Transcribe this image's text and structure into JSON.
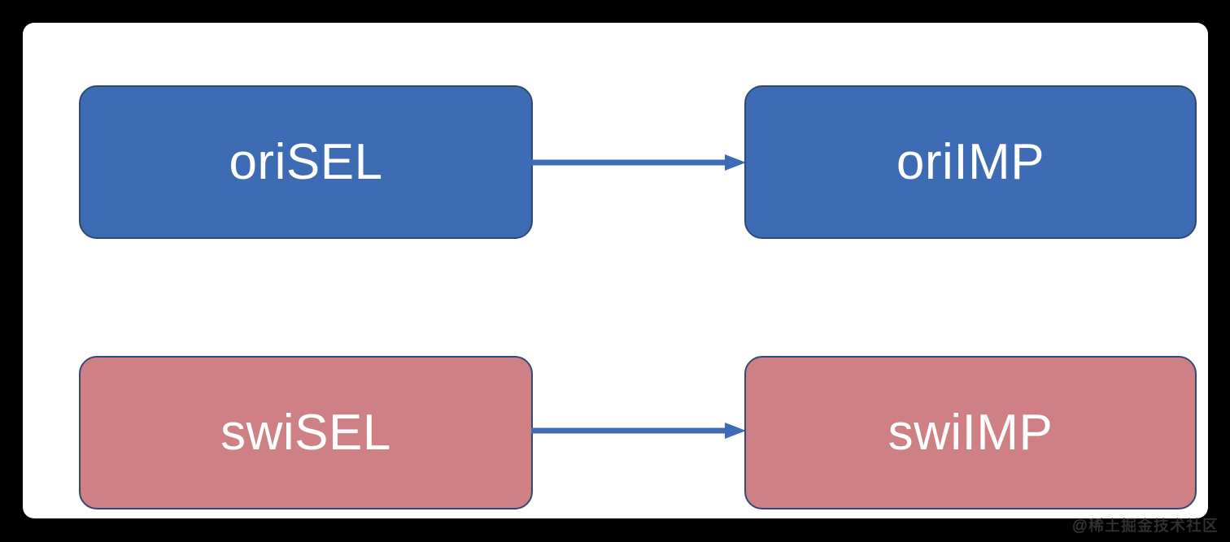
{
  "diagram": {
    "type": "flow",
    "background_color": "#000000",
    "panel_color": "#ffffff",
    "accent_blue": "#3D6CB4",
    "accent_pink": "#CE8084",
    "border_color": "#2E4A78",
    "arrow_color": "#3D6CB4",
    "label_color": "#ffffff",
    "nodes": [
      {
        "id": "orisel",
        "label": "oriSEL",
        "color": "#3D6CB4",
        "row": "top",
        "column": "left"
      },
      {
        "id": "oriimp",
        "label": "oriIMP",
        "color": "#3D6CB4",
        "row": "top",
        "column": "right"
      },
      {
        "id": "swisel",
        "label": "swiSEL",
        "color": "#CE8084",
        "row": "bottom",
        "column": "left"
      },
      {
        "id": "swiimp",
        "label": "swiIMP",
        "color": "#CE8084",
        "row": "bottom",
        "column": "right"
      }
    ],
    "edges": [
      {
        "id": "edge-top",
        "from": "orisel",
        "to": "oriimp",
        "label": "",
        "style": "solid-arrow"
      },
      {
        "id": "edge-bottom",
        "from": "swisel",
        "to": "swiimp",
        "label": "",
        "style": "solid-arrow"
      }
    ]
  },
  "watermark": {
    "text": "@稀土掘金技术社区"
  }
}
